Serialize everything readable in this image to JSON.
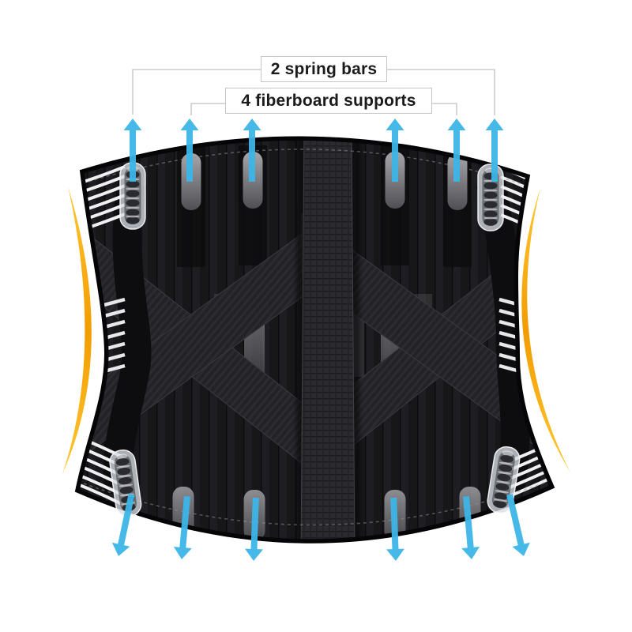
{
  "labels": {
    "spring_bars": "2 spring bars",
    "fiberboard_supports": "4 fiberboard supports"
  },
  "features": {
    "spring_bar_count": 2,
    "fiberboard_support_count": 4,
    "side_clip_count": 4
  },
  "arrows": {
    "top": {
      "count": 6,
      "direction": "up"
    },
    "bottom": {
      "count": 6,
      "direction": "down"
    }
  },
  "colors": {
    "background": "#ffffff",
    "arrow": "#3cb5e8",
    "accent_curve_light": "#ffc733",
    "accent_curve_deep": "#f29c00",
    "label_text": "#1b1b1b",
    "label_border": "#c6c6c6",
    "label_background": "#ffffff",
    "callout_line": "#c0c0c0",
    "belt_base": "#17171a"
  }
}
